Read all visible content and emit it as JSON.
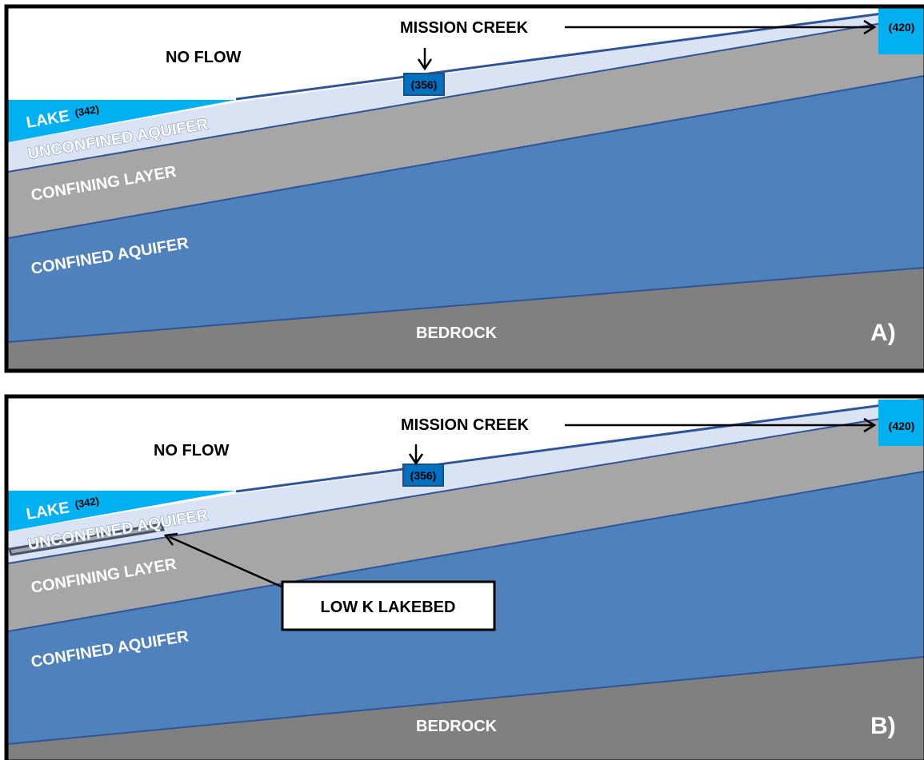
{
  "colors": {
    "sky": "#ffffff",
    "lake": "#00b0f0",
    "unconfined_aquifer": "#dae3f3",
    "confining_layer": "#a6a6a6",
    "confined_aquifer": "#4f81bd",
    "bedrock": "#808080",
    "boundary_line": "#2f5597",
    "frame": "#000000"
  },
  "panels": [
    {
      "id": "A",
      "panel_label": "A)",
      "no_flow": "NO FLOW",
      "creek": "MISSION CREEK",
      "creek_mid_elev": "(356)",
      "creek_top_elev": "(420)",
      "lake": "LAKE",
      "lake_elev": "(342)",
      "unconfined": "UNCONFINED AQUIFER",
      "confining": "CONFINING LAYER",
      "confined": "CONFINED AQUIFER",
      "bedrock": "BEDROCK"
    },
    {
      "id": "B",
      "panel_label": "B)",
      "no_flow": "NO FLOW",
      "creek": "MISSION CREEK",
      "creek_mid_elev": "(356)",
      "creek_top_elev": "(420)",
      "lake": "LAKE",
      "lake_elev": "(342)",
      "unconfined": "UNCONFINED AQUIFER",
      "confining": "CONFINING LAYER",
      "confined": "CONFINED AQUIFER",
      "bedrock": "BEDROCK",
      "lakebed_callout": "LOW K LAKEBED"
    }
  ]
}
